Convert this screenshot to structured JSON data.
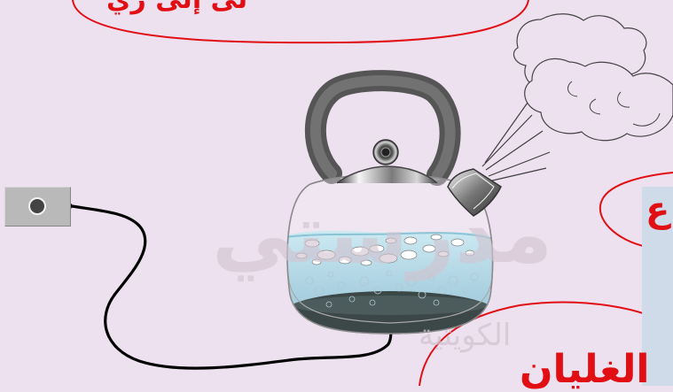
{
  "labels": {
    "top_fragment": "لى إلى ري",
    "right_fragment": "ع",
    "bottom_label": "الغليان"
  },
  "watermark": {
    "main": "مدرستي",
    "sub": "الكويتية"
  },
  "colors": {
    "background": "#ede0ef",
    "outline_red": "#e10f14",
    "kettle_dark": "#3f3f3f",
    "water_blue": "#b7dce8",
    "metal_gray": "#a8a8a8"
  }
}
